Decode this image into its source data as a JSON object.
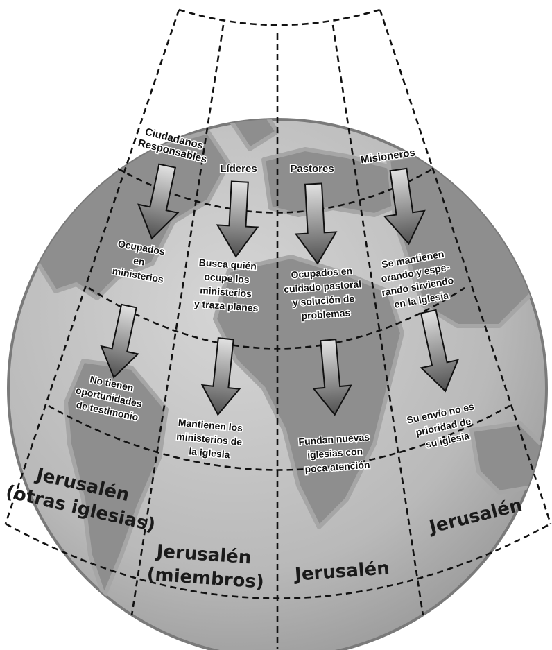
{
  "columns": [
    {
      "header": [
        "Ciudadanos",
        "Responsables"
      ],
      "row1": [
        "Ocupados",
        "en",
        "ministerios"
      ],
      "row2": [
        "No tienen",
        "oportunidades",
        "de testimonio"
      ],
      "bottom": [
        "Jerusalén",
        "(otras iglesias)"
      ]
    },
    {
      "header": [
        "Líderes"
      ],
      "row1": [
        "Busca quién",
        "ocupe los",
        "ministerios",
        "y traza planes"
      ],
      "row2": [
        "Mantienen los",
        "ministerios de",
        "la iglesia"
      ],
      "bottom": [
        "Jerusalén",
        "(miembros)"
      ]
    },
    {
      "header": [
        "Pastores"
      ],
      "row1": [
        "Ocupados en",
        "cuidado pastoral",
        "y solución de",
        "problemas"
      ],
      "row2": [
        "Fundan nuevas",
        "iglesias con",
        "poca atención"
      ],
      "bottom": [
        "Jerusalén"
      ]
    },
    {
      "header": [
        "Misioneros"
      ],
      "row1": [
        "Se mantienen",
        "orando y espe-",
        "rando sirviendo",
        "en la iglesia"
      ],
      "row2": [
        "Su envío no es",
        "prioridad de",
        "su iglesia"
      ],
      "bottom": [
        "Jerusalén"
      ]
    }
  ],
  "colors": {
    "ocean": "#bdbdbd",
    "land": "#8c8c8c",
    "arrow_light": "#dcdcdc",
    "arrow_dark": "#5a5a5a",
    "grid": "#111111"
  }
}
